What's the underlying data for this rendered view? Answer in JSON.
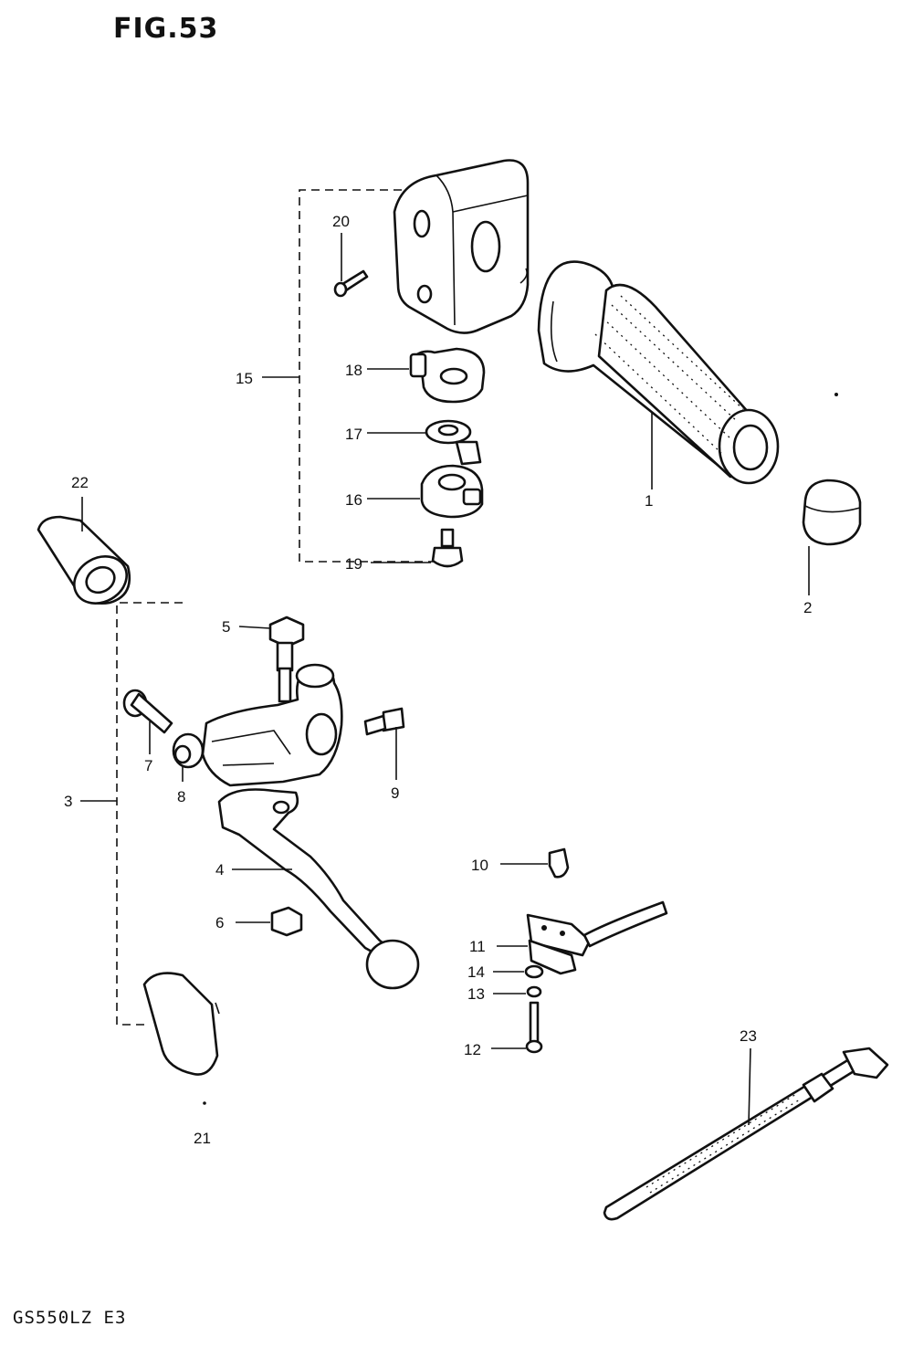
{
  "figure": {
    "title": "FIG.53",
    "model": "GS550LZ E3"
  },
  "callouts": [
    "1",
    "2",
    "3",
    "4",
    "5",
    "6",
    "7",
    "8",
    "9",
    "10",
    "11",
    "12",
    "13",
    "14",
    "15",
    "16",
    "17",
    "18",
    "19",
    "20",
    "21",
    "22",
    "23"
  ]
}
